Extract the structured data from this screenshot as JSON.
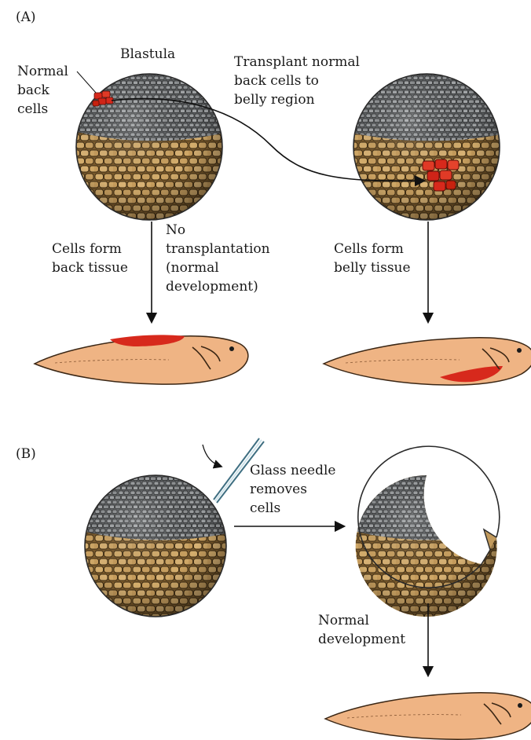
{
  "panels": {
    "a": "(A)",
    "b": "(B)"
  },
  "labels": {
    "blastula": "Blastula",
    "normal_back_cells": [
      "Normal",
      "back",
      "cells"
    ],
    "transplant": [
      "Transplant normal",
      "back cells to",
      "belly region"
    ],
    "cells_form_back": [
      "Cells form",
      "back tissue"
    ],
    "no_transplantation": [
      "No",
      "transplantation",
      "(normal",
      "development)"
    ],
    "cells_form_belly": [
      "Cells form",
      "belly tissue"
    ],
    "glass_needle": [
      "Glass needle",
      "removes",
      "cells"
    ],
    "normal_development": [
      "Normal",
      "development"
    ]
  },
  "colors": {
    "animal_cap": "#6e7072",
    "vegetal": "#c29a5c",
    "transplanted": "#d7291c",
    "tadpole": "#efb484",
    "line": "#111111",
    "needle": "#3f6f82"
  }
}
